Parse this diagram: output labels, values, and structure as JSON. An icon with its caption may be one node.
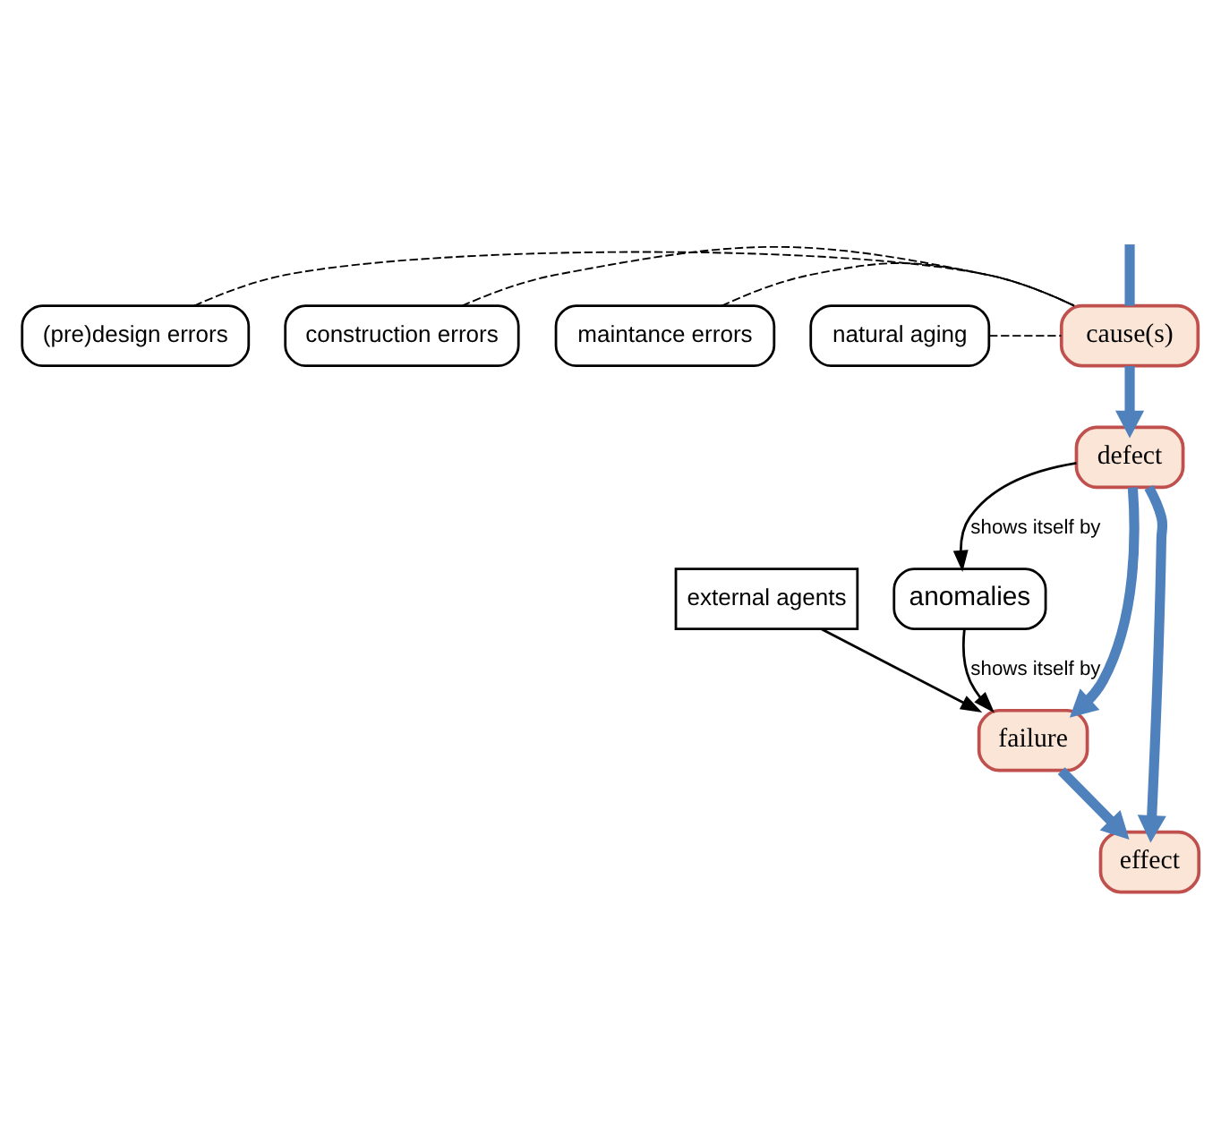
{
  "diagram": {
    "nodes": [
      {
        "text": [
          "(pre)design errors"
        ]
      },
      {
        "text": [
          "construction errors"
        ]
      },
      {
        "text": [
          "maintance errors"
        ]
      },
      {
        "text": [
          "cause(s)"
        ]
      },
      {
        "text": [
          "natural aging"
        ]
      },
      {
        "text": [
          "defect"
        ]
      },
      {
        "text": [
          "external agents"
        ]
      },
      {
        "text": [
          "anomalies"
        ]
      },
      {
        "text": [
          "failure"
        ]
      },
      {
        "text": [
          "effect"
        ]
      }
    ],
    "edges": [
      {
        "from": null,
        "to": 3,
        "arrow": "none",
        "style": "thick",
        "color": "#4f81bd"
      },
      {
        "from": 0,
        "to": 3,
        "arrow": "none",
        "style": "dashed"
      },
      {
        "from": 1,
        "to": 3,
        "arrow": "none",
        "style": "dashed"
      },
      {
        "from": 2,
        "to": 3,
        "arrow": "none",
        "style": "dashed"
      },
      {
        "from": 4,
        "to": 3,
        "arrow": "none",
        "style": "dashed"
      },
      {
        "from": 3,
        "to": 5,
        "arrow": "to",
        "style": "thick",
        "color": "#4f81bd"
      },
      {
        "from": 5,
        "to": 9,
        "arrow": "to",
        "style": "thick",
        "color": "#4f81bd"
      },
      {
        "from": 5,
        "to": 8,
        "arrow": "to",
        "style": "thick",
        "color": "#4f81bd"
      },
      {
        "from": 5,
        "to": 7,
        "label": "shows itself by",
        "arrow": "to"
      },
      {
        "from": 6,
        "to": 8,
        "arrow": "to"
      },
      {
        "from": 7,
        "to": 8,
        "label": "shows itself by",
        "arrow": "to"
      },
      {
        "from": 8,
        "to": 9,
        "arrow": "to",
        "style": "thick",
        "color": "#4f81bd"
      }
    ]
  }
}
